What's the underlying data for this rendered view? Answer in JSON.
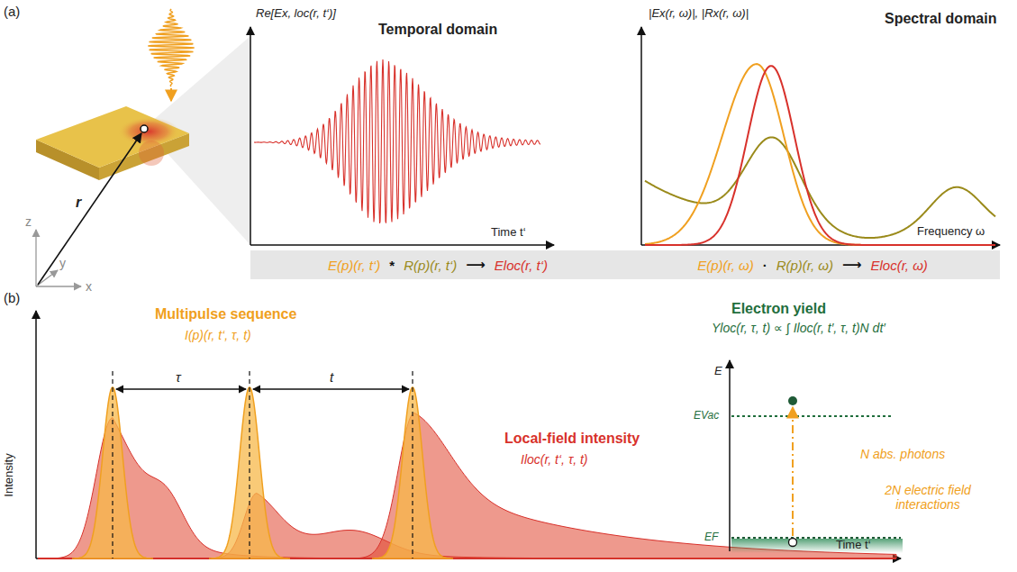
{
  "diagram": {
    "nodes": [
      {
        "text": [
          "E(p)(r, t‘)",
          "*",
          "R(p)(r, t‘)",
          "⟶",
          "Eloc(r, t‘)",
          "E(p)(r, ω)",
          "·",
          "R(p)(r, ω)",
          "⟶",
          "Eloc(r, ω)"
        ]
      }
    ],
    "labels": [
      "(a)",
      "z",
      "y",
      "x",
      "r",
      "Re[Ex, loc(r, t‘)]",
      "Temporal domain",
      "Time t‘",
      "|Ex(r, ω)|, |Rx(r, ω)|",
      "Spectral domain",
      "Frequency ω",
      "(b)",
      "Multipulse sequence",
      "I(p)(r, t‘, τ, t)",
      "τ",
      "t",
      "Intensity",
      "Time t‘",
      "Local-field intensity",
      "Iloc(r, t‘, τ, t)",
      "Electron yield",
      "Yloc(r, τ, t) ∝ ∫ Iloc(r, t′, τ, t)N dt′",
      "E",
      "EVac",
      "EF",
      "N abs. photons",
      "2N electric field interactions"
    ]
  }
}
